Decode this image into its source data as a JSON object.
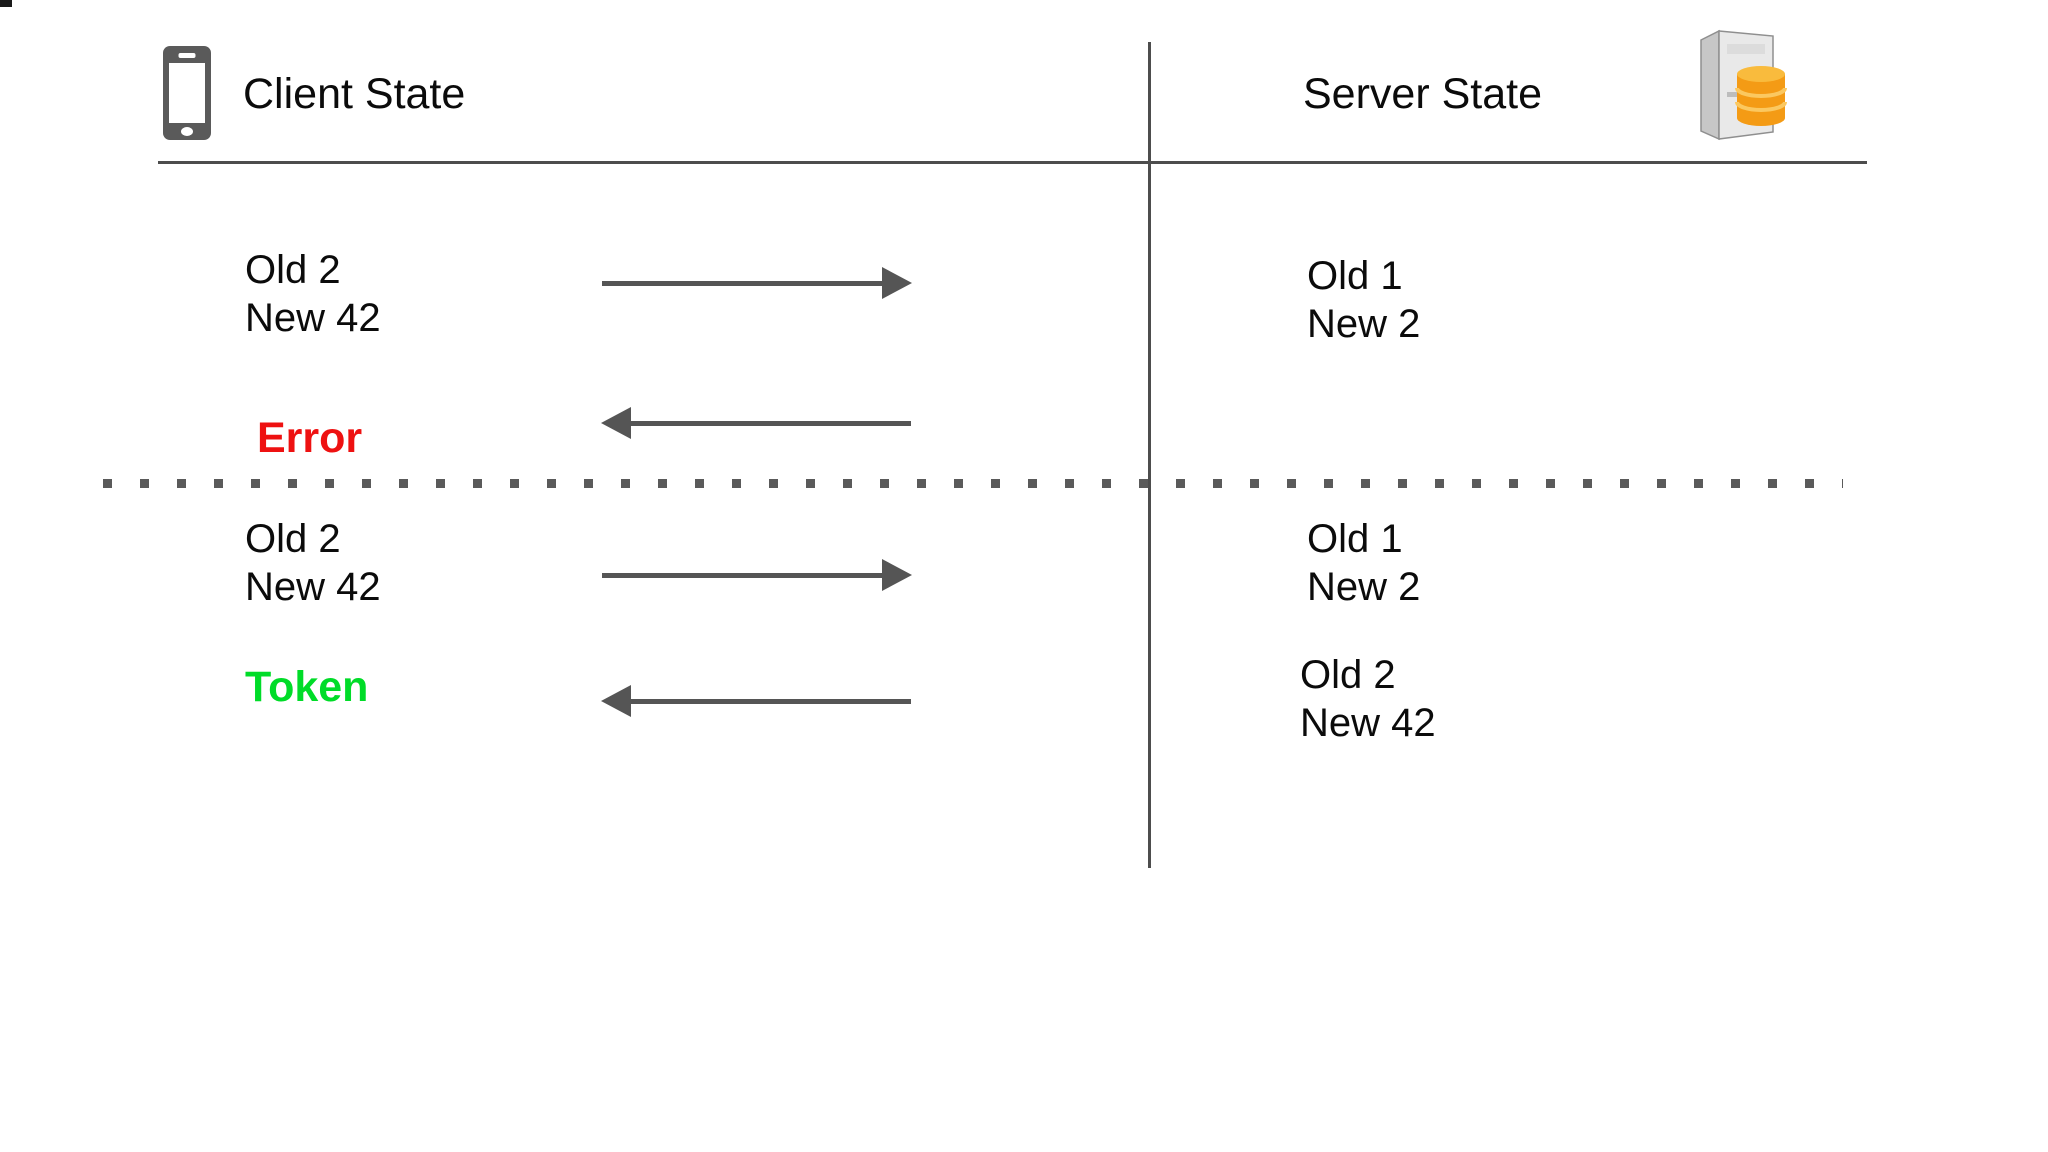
{
  "header": {
    "client": "Client State",
    "server": "Server State"
  },
  "icons": {
    "client": "smartphone-icon",
    "server": "database-server-icon"
  },
  "colors": {
    "error_text": "#ee1111",
    "token_text": "#00dc28",
    "lines": "#4d4d4d",
    "arrows": "#555555",
    "text": "#0b0b0b"
  },
  "attempt1": {
    "client_state": {
      "old": "Old 2",
      "new": "New 42"
    },
    "server_state": {
      "old": "Old 1",
      "new": "New 2"
    },
    "response": "Error"
  },
  "attempt2": {
    "client_state": {
      "old": "Old 2",
      "new": "New 42"
    },
    "server_state_before": {
      "old": "Old 1",
      "new": "New 2"
    },
    "response": "Token",
    "server_state_after": {
      "old": "Old 2",
      "new": "New 42"
    }
  }
}
